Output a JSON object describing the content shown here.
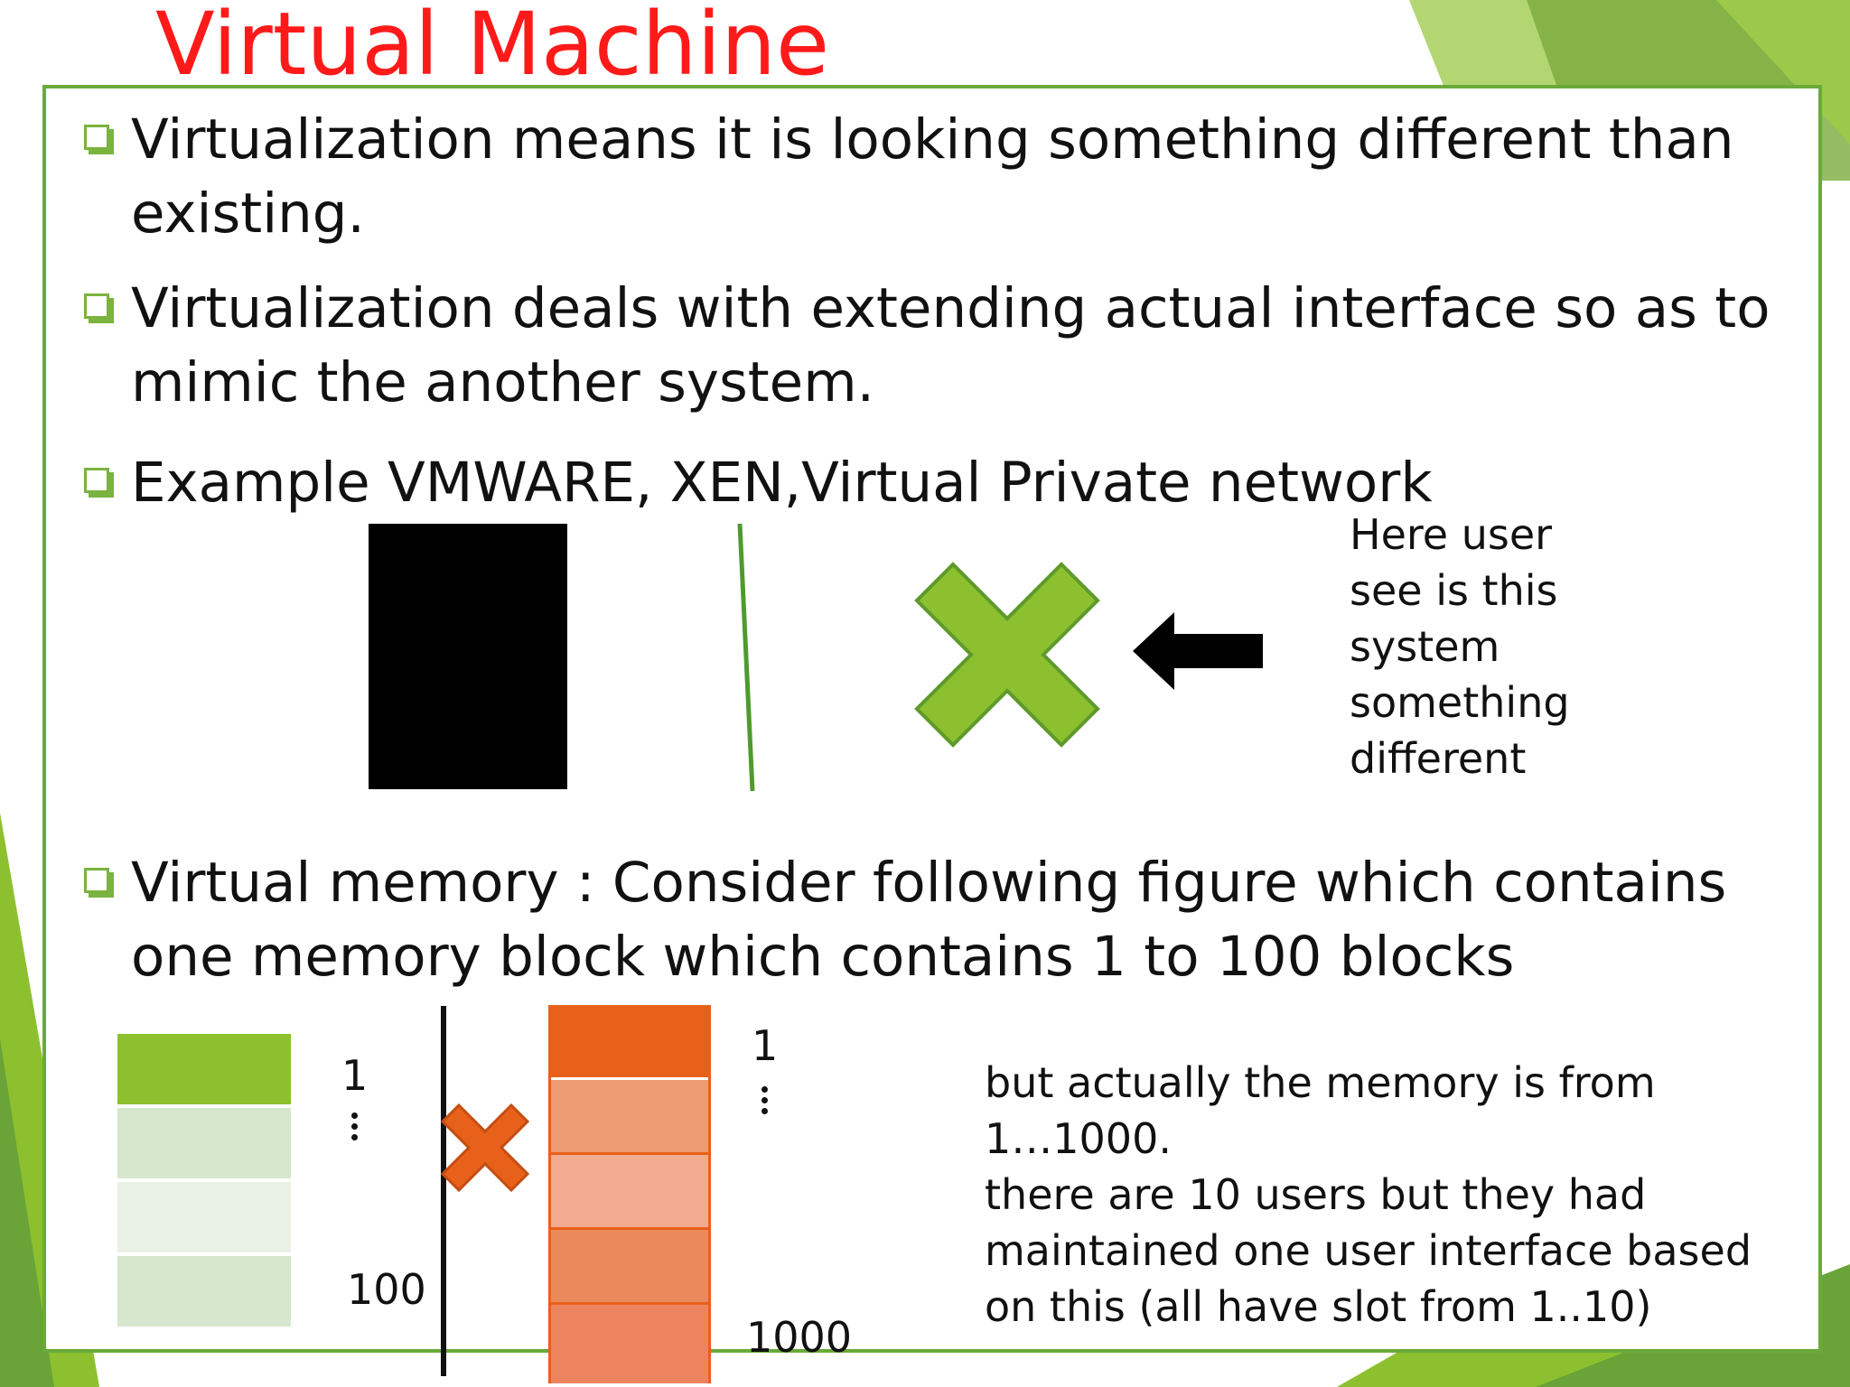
{
  "title": "Virtual Machine",
  "bullets": [
    {
      "line1": "Virtualization means it is looking something different than",
      "line2": "existing."
    },
    {
      "line1": "Virtualization deals with extending actual interface so as to",
      "line2": "mimic the another system."
    },
    {
      "line1": "Example VMWARE, XEN,Virtual Private network"
    },
    {
      "line1": "Virtual memory : Consider following figure which contains",
      "line2": "one memory block which contains 1 to 100 blocks"
    }
  ],
  "vm_note": "Here user\nsee is this\nsystem\nsomething\ndifferent",
  "memory": {
    "user_start": "1",
    "user_end": "100",
    "actual_start": "1",
    "actual_end": "1000",
    "note": "but actually the memory is from\n1…1000.\nthere are 10 users but they had\nmaintained one user interface based\non this (all have slot from 1..10)"
  },
  "colors": {
    "title": "#ff1a1a",
    "accent_green": "#8dc02f",
    "frame_green": "#6aaa3a",
    "orange": "#e8611a"
  },
  "icons": [
    "checkbox-bullet-icon",
    "green-cross-icon",
    "left-arrow-icon",
    "orange-cross-icon"
  ]
}
